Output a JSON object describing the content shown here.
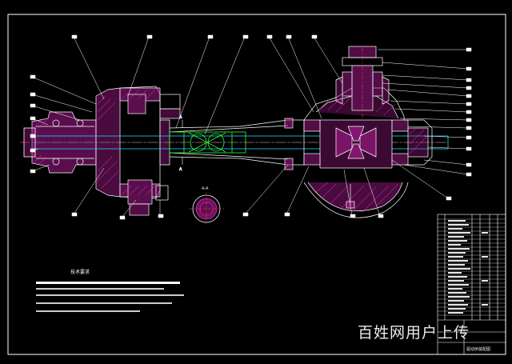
{
  "colors": {
    "background": "#000000",
    "border": "#ffffff",
    "outline": "#ffffff",
    "hatch": "#ff2bd6",
    "shaft": "#19d0ff",
    "joint": "#33ff33",
    "leader": "#ffffff",
    "centerline": "#ff3b3b"
  },
  "tech_requirements": {
    "title": "技术要求",
    "lines": [
      "",
      "",
      "",
      "",
      ""
    ]
  },
  "title_block": {
    "drawing_name": "驱动桥装配图"
  },
  "watermark": "百姓网用户上传"
}
